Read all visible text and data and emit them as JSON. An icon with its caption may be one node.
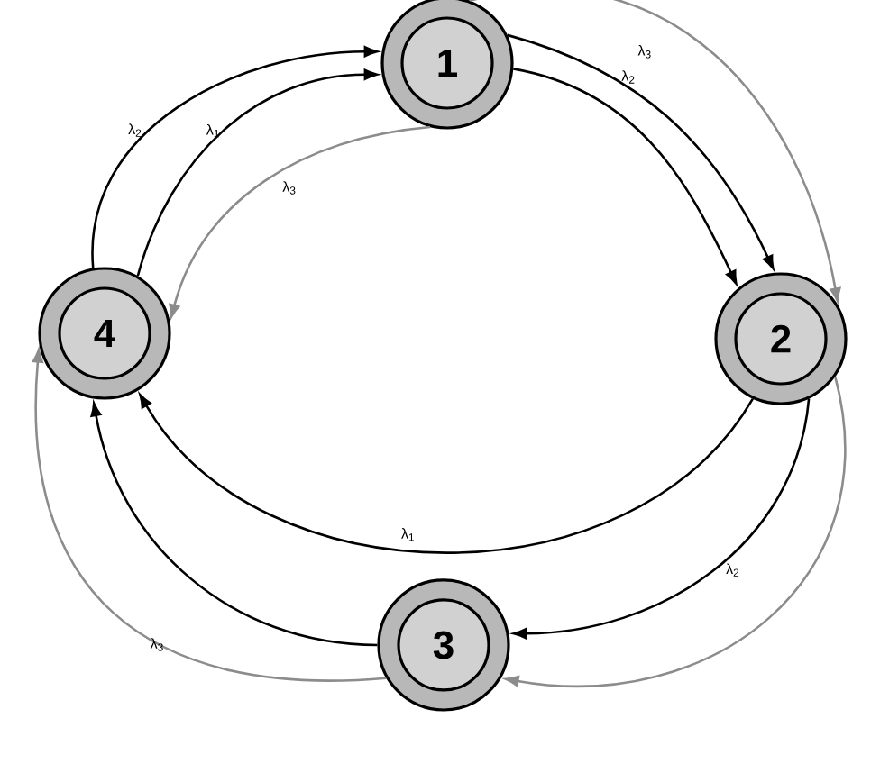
{
  "diagram": {
    "nodes": [
      {
        "text": [
          "1"
        ]
      },
      {
        "text": [
          "2"
        ]
      },
      {
        "text": [
          "3"
        ]
      },
      {
        "text": [
          "4"
        ]
      }
    ],
    "edges": [
      {
        "from": 3,
        "to": 0,
        "arrow": "to",
        "label": "λ$_{2}$"
      },
      {
        "from": 3,
        "to": 0,
        "arrow": "to",
        "label": "λ$_{1}$"
      },
      {
        "from": 0,
        "to": 3,
        "arrow": "to",
        "label": "λ$_{3}$",
        "color": "#8c8c8c"
      },
      {
        "from": 0,
        "to": 1,
        "arrow": "to"
      },
      {
        "from": 0,
        "to": 1,
        "arrow": "to",
        "label": "λ$_{2}$"
      },
      {
        "from": 0,
        "to": 1,
        "arrow": "to",
        "label": "λ$_{3}$",
        "color": "#8c8c8c"
      },
      {
        "from": 1,
        "to": 3,
        "arrow": "to",
        "label": "λ$_{1}$"
      },
      {
        "from": 1,
        "to": 2,
        "arrow": "to",
        "label": "λ$_{2}$"
      },
      {
        "from": 1,
        "to": 2,
        "arrow": "to",
        "color": "#8c8c8c"
      },
      {
        "from": 2,
        "to": 3,
        "arrow": "to"
      },
      {
        "from": 2,
        "to": 3,
        "arrow": "to",
        "label": "λ$_{3}$",
        "color": "#8c8c8c"
      }
    ]
  }
}
